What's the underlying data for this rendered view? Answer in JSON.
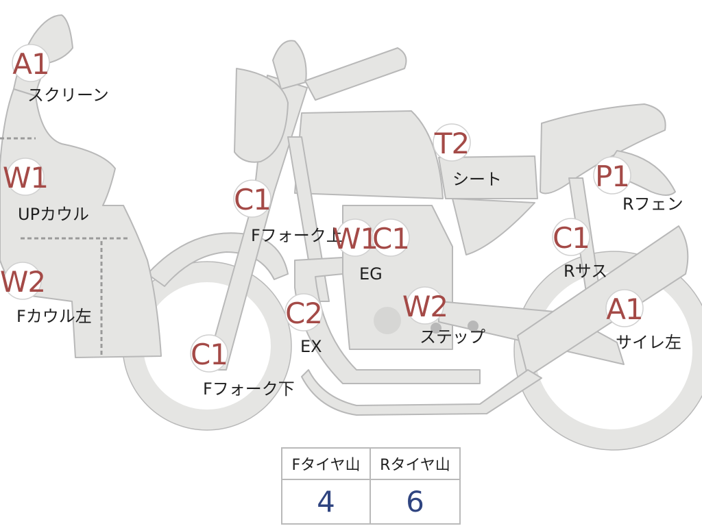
{
  "parts": [
    {
      "code": "A1",
      "label": "スクリーン"
    },
    {
      "code": "W1",
      "label": "UPカウル"
    },
    {
      "code": "W2",
      "label": "Fカウル左"
    },
    {
      "code": "C1",
      "label": "Fフォーク上"
    },
    {
      "code": "C1",
      "label": "Fフォーク下"
    },
    {
      "code": "C2",
      "label": "EX"
    },
    {
      "code": "W1",
      "label": ""
    },
    {
      "code": "C1",
      "label": "EG"
    },
    {
      "code": "W2",
      "label": "ステップ"
    },
    {
      "code": "T2",
      "label": "シート"
    },
    {
      "code": "P1",
      "label": "Rフェン"
    },
    {
      "code": "C1",
      "label": "Rサス"
    },
    {
      "code": "A1",
      "label": "サイレ左"
    }
  ],
  "tread_table": {
    "front_label": "Fタイヤ山",
    "rear_label": "Rタイヤ山",
    "front_value": "4",
    "rear_value": "6"
  },
  "colors": {
    "part_fill": "#e5e5e3",
    "part_stroke": "#b8b8b8",
    "code_text": "#a44a47",
    "value_text": "#2f4480"
  }
}
